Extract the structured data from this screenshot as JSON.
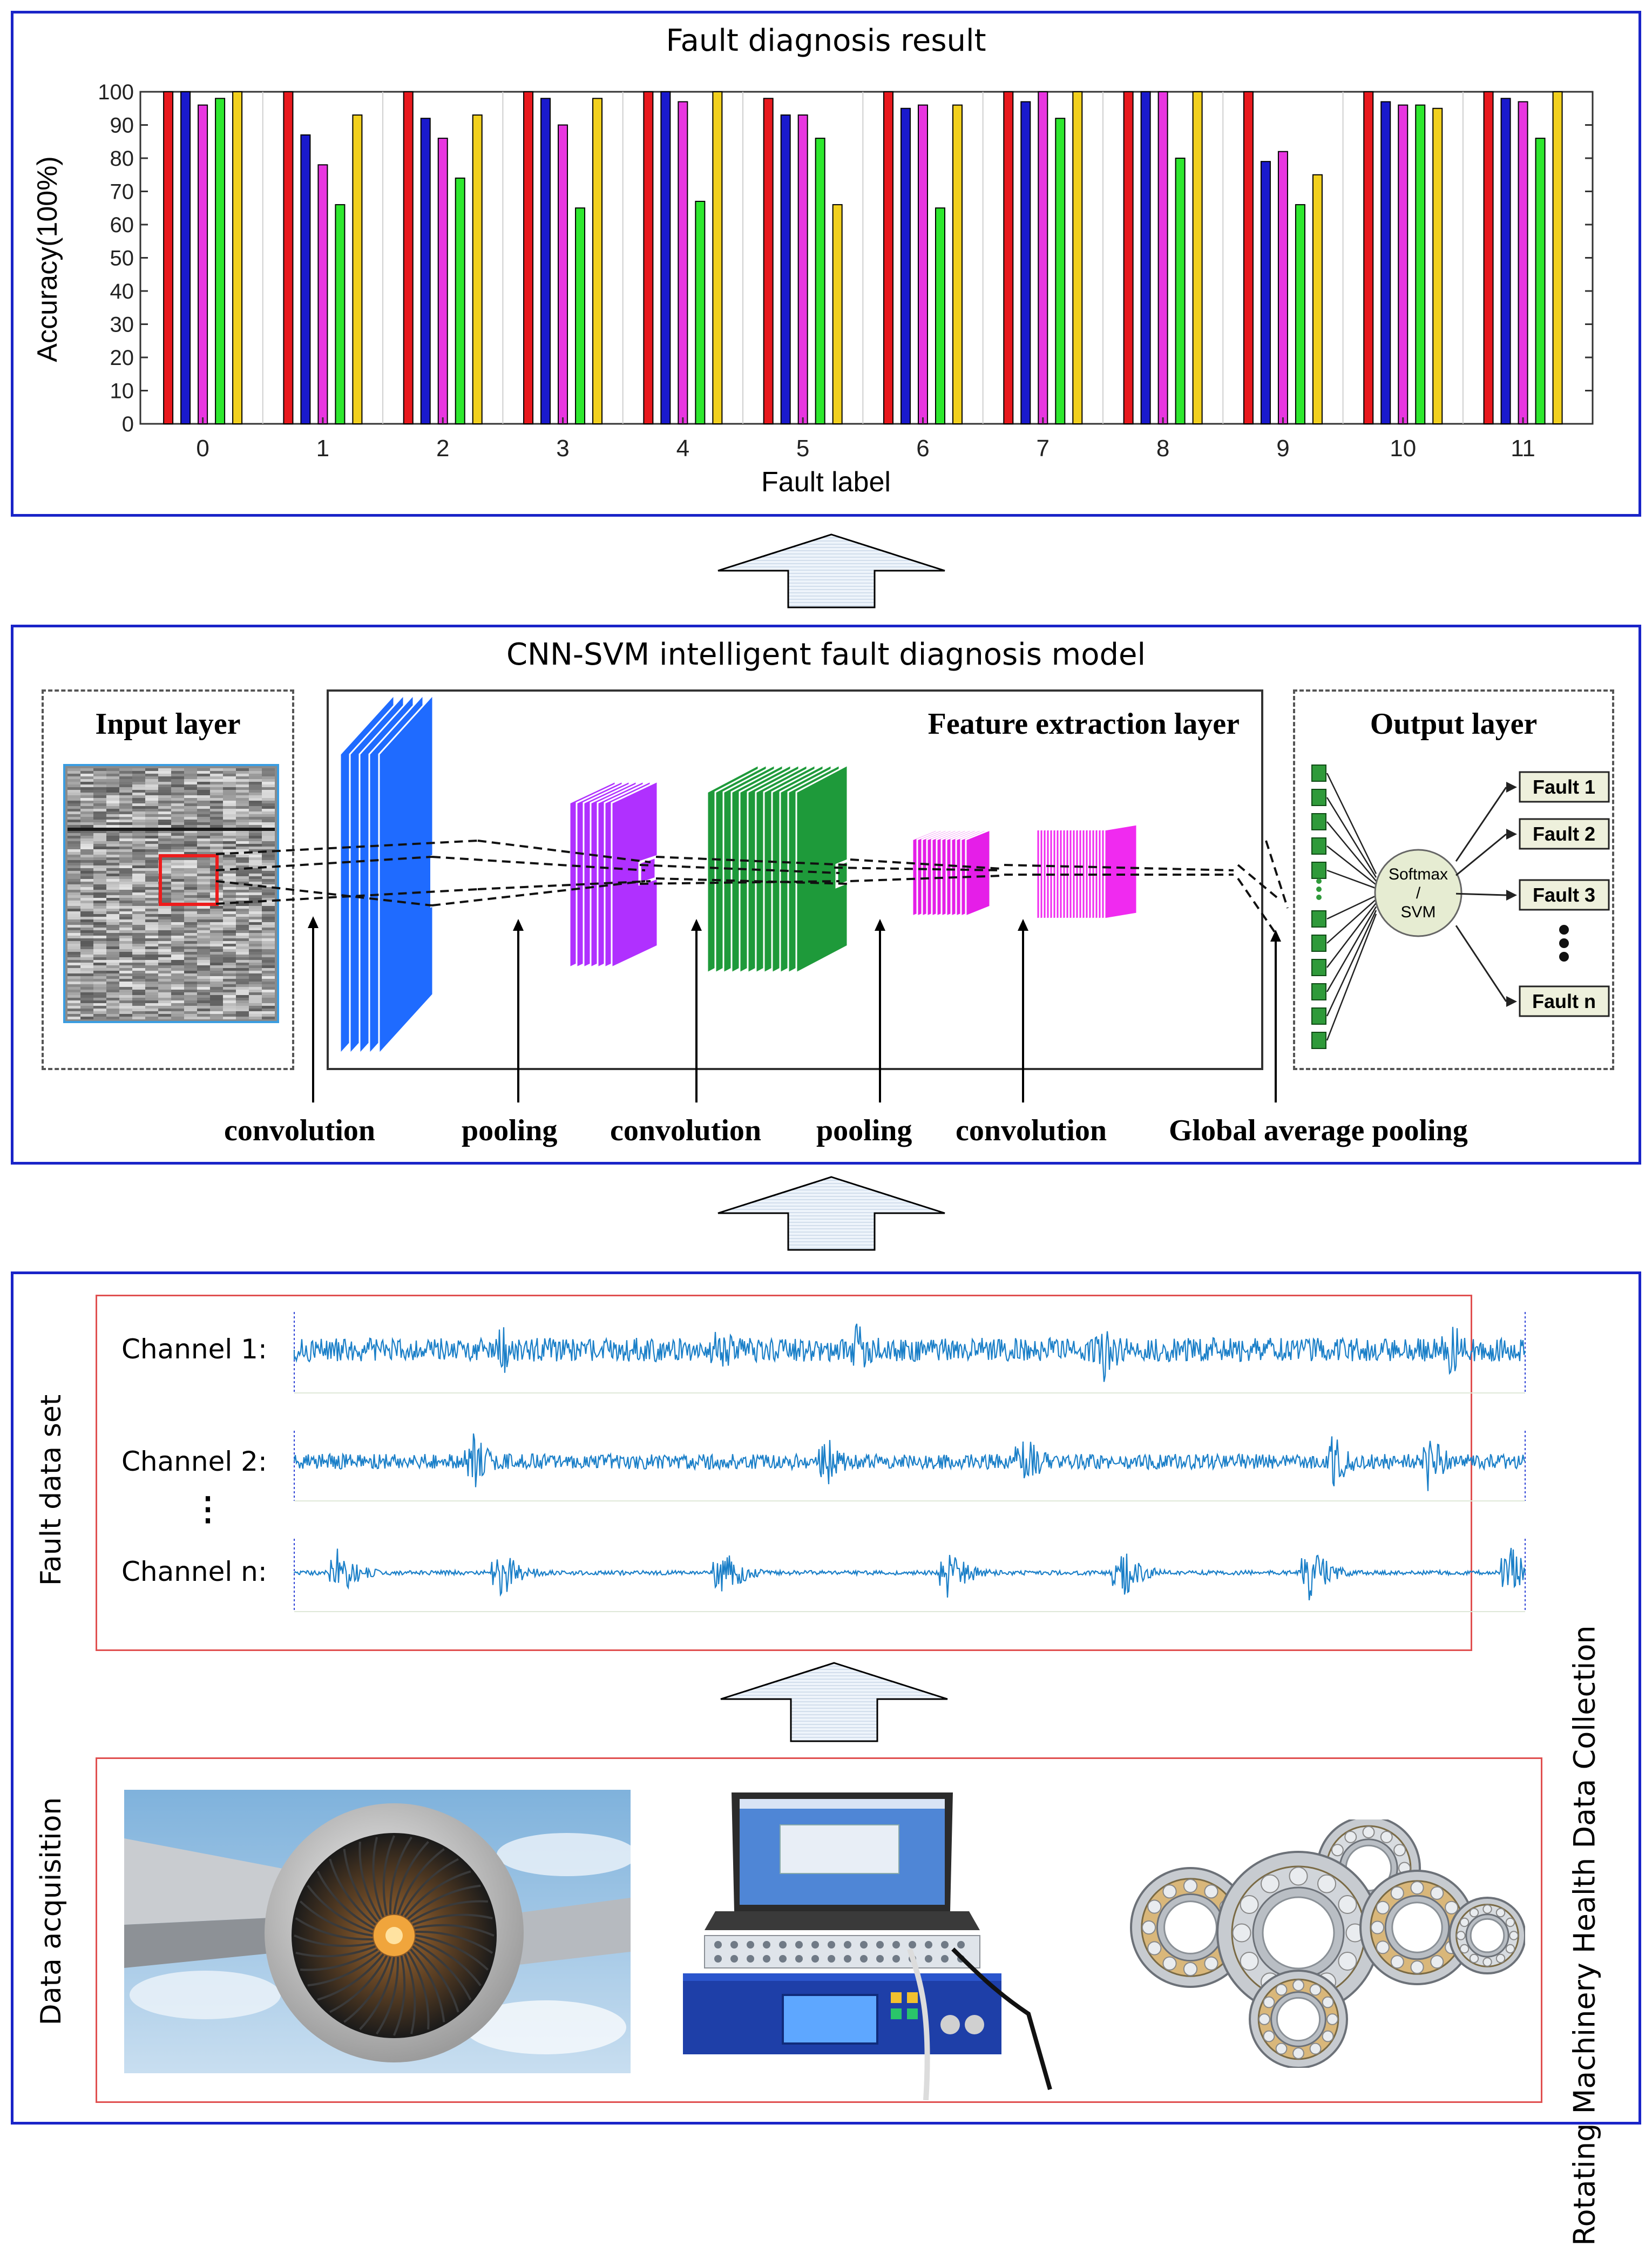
{
  "panel1": {
    "title": "Fault diagnosis result"
  },
  "chart_data": {
    "type": "bar",
    "title": "Fault diagnosis result",
    "xlabel": "Fault label",
    "ylabel": "Accuracy(100%)",
    "ylim": [
      0,
      100
    ],
    "yticks": [
      0,
      10,
      20,
      30,
      40,
      50,
      60,
      70,
      80,
      90,
      100
    ],
    "categories": [
      "0",
      "1",
      "2",
      "3",
      "4",
      "5",
      "6",
      "7",
      "8",
      "9",
      "10",
      "11"
    ],
    "grid": "x-only",
    "series": [
      {
        "color": "#e8191e",
        "values": [
          100,
          100,
          100,
          100,
          100,
          98,
          100,
          100,
          100,
          100,
          100,
          100
        ]
      },
      {
        "color": "#1a1acd",
        "values": [
          100,
          87,
          92,
          98,
          100,
          93,
          95,
          97,
          100,
          79,
          97,
          98
        ]
      },
      {
        "color": "#e836e0",
        "values": [
          96,
          78,
          86,
          90,
          97,
          93,
          96,
          100,
          100,
          82,
          96,
          97
        ]
      },
      {
        "color": "#2ee82e",
        "values": [
          98,
          66,
          74,
          65,
          67,
          86,
          65,
          92,
          80,
          66,
          96,
          86
        ]
      },
      {
        "color": "#f2d01e",
        "values": [
          100,
          93,
          93,
          98,
          100,
          66,
          96,
          100,
          100,
          75,
          95,
          100
        ]
      }
    ]
  },
  "panel2": {
    "title": "CNN-SVM intelligent fault diagnosis model",
    "input_layer": "Input layer",
    "feature_layer": "Feature extraction layer",
    "output_layer": "Output layer",
    "softmax": "Softmax",
    "slash": "/",
    "svm": "SVM",
    "faults": [
      "Fault 1",
      "Fault 2",
      "Fault 3",
      "Fault n"
    ],
    "steps": [
      "convolution",
      "pooling",
      "convolution",
      "pooling",
      "convolution",
      "Global average pooling"
    ],
    "colors": {
      "conv1": "#1f6bff",
      "pool1": "#b030ff",
      "conv2": "#1e9a3a",
      "pool2": "#e51ee8",
      "conv3": "#f02af0"
    }
  },
  "panel3": {
    "side_title": "Rotating Machinery Health Data Collection",
    "dataset_label": "Fault data set",
    "acquisition_label": "Data acquisition",
    "channels": [
      "Channel 1:",
      "Channel 2:",
      "Channel n:"
    ],
    "ellipsis": "⋮",
    "signal_color": "#1a7fc8"
  }
}
